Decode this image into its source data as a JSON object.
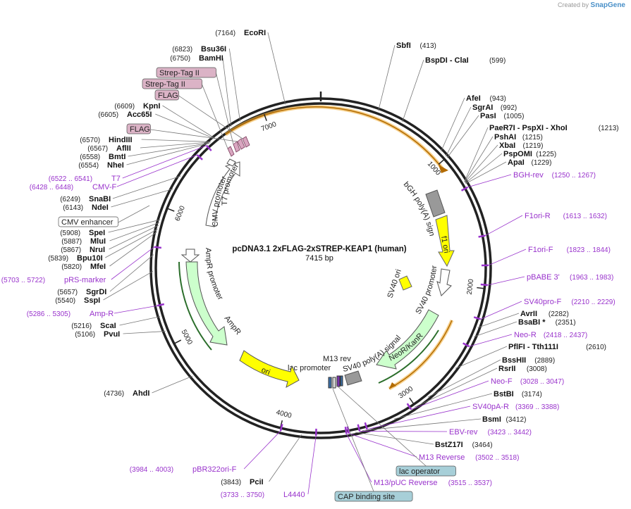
{
  "credit": {
    "prefix": "Created by",
    "brand": "SnapGene"
  },
  "plasmid": {
    "name": "pcDNA3.1 2xFLAG-2xSTREP-KEAP1 (human)",
    "size": "7415 bp",
    "length": 7415
  },
  "colors": {
    "backbone": "#222222",
    "enzyme_line": "#777777",
    "primer": "#9933cc",
    "promoter_fill": "#ffffff",
    "ampr": "#ccffcc",
    "ori": "#ffff00",
    "neor": "#ccffcc",
    "polya": "#999999",
    "feature_box": "#dbb3c6",
    "blue_box": "#a7cfd8"
  },
  "ticks": [
    {
      "bp": 1000,
      "label": "1000"
    },
    {
      "bp": 2000,
      "label": "2000"
    },
    {
      "bp": 3000,
      "label": "3000"
    },
    {
      "bp": 4000,
      "label": "4000"
    },
    {
      "bp": 5000,
      "label": "5000"
    },
    {
      "bp": 6000,
      "label": "6000"
    },
    {
      "bp": 7000,
      "label": "7000"
    }
  ],
  "enzymes": [
    {
      "bp": 7164,
      "name": "EcoRI",
      "pos": "(7164)"
    },
    {
      "bp": 6823,
      "name": "Bsu36I",
      "pos": "(6823)"
    },
    {
      "bp": 6750,
      "name": "BamHI",
      "pos": "(6750)"
    },
    {
      "bp": 6609,
      "name": "KpnI",
      "pos": "(6609)"
    },
    {
      "bp": 6605,
      "name": "Acc65I",
      "pos": "(6605)"
    },
    {
      "bp": 6570,
      "name": "HindIII",
      "pos": "(6570)"
    },
    {
      "bp": 6567,
      "name": "AflII",
      "pos": "(6567)"
    },
    {
      "bp": 6558,
      "name": "BmtI",
      "pos": "(6558)"
    },
    {
      "bp": 6554,
      "name": "NheI",
      "pos": "(6554)"
    },
    {
      "bp": 6249,
      "name": "SnaBI",
      "pos": "(6249)"
    },
    {
      "bp": 6143,
      "name": "NdeI",
      "pos": "(6143)"
    },
    {
      "bp": 5908,
      "name": "SpeI",
      "pos": "(5908)"
    },
    {
      "bp": 5887,
      "name": "MluI",
      "pos": "(5887)"
    },
    {
      "bp": 5867,
      "name": "NruI",
      "pos": "(5867)"
    },
    {
      "bp": 5839,
      "name": "Bpu10I",
      "pos": "(5839)"
    },
    {
      "bp": 5820,
      "name": "MfeI",
      "pos": "(5820)"
    },
    {
      "bp": 5657,
      "name": "SgrDI",
      "pos": "(5657)"
    },
    {
      "bp": 5540,
      "name": "SspI",
      "pos": "(5540)"
    },
    {
      "bp": 5216,
      "name": "ScaI",
      "pos": "(5216)"
    },
    {
      "bp": 5106,
      "name": "PvuI",
      "pos": "(5106)"
    },
    {
      "bp": 4736,
      "name": "AhdI",
      "pos": "(4736)"
    },
    {
      "bp": 3843,
      "name": "PciI",
      "pos": "(3843)"
    },
    {
      "bp": 413,
      "name": "SbfI",
      "pos": "(413)"
    },
    {
      "bp": 599,
      "name": "BspDI  - ClaI",
      "pos": "(599)"
    },
    {
      "bp": 943,
      "name": "AfeI",
      "pos": "(943)"
    },
    {
      "bp": 992,
      "name": "SgrAI",
      "pos": "(992)"
    },
    {
      "bp": 1005,
      "name": "PasI",
      "pos": "(1005)"
    },
    {
      "bp": 1213,
      "name": "PaeR7I  - PspXI  - XhoI",
      "pos": "(1213)"
    },
    {
      "bp": 1215,
      "name": "PshAI",
      "pos": "(1215)"
    },
    {
      "bp": 1219,
      "name": "XbaI",
      "pos": "(1219)"
    },
    {
      "bp": 1225,
      "name": "PspOMI",
      "pos": "(1225)"
    },
    {
      "bp": 1229,
      "name": "ApaI",
      "pos": "(1229)"
    },
    {
      "bp": 2282,
      "name": "AvrII",
      "pos": "(2282)"
    },
    {
      "bp": 2351,
      "name": "BsaBI *",
      "pos": "(2351)"
    },
    {
      "bp": 2610,
      "name": "PflFI  - Tth111I",
      "pos": "(2610)"
    },
    {
      "bp": 2889,
      "name": "BssHII",
      "pos": "(2889)"
    },
    {
      "bp": 3008,
      "name": "RsrII",
      "pos": "(3008)"
    },
    {
      "bp": 3174,
      "name": "BstBI",
      "pos": "(3174)"
    },
    {
      "bp": 3412,
      "name": "BsmI",
      "pos": "(3412)"
    },
    {
      "bp": 3464,
      "name": "BstZ17I",
      "pos": "(3464)"
    }
  ],
  "primers": [
    {
      "bp": 6531,
      "name": "T7",
      "pos": "(6522 .. 6541)"
    },
    {
      "bp": 6438,
      "name": "CMV-F",
      "pos": "(6428 .. 6448)"
    },
    {
      "bp": 5712,
      "name": "pRS-marker",
      "pos": "(5703 .. 5722)"
    },
    {
      "bp": 5295,
      "name": "Amp-R",
      "pos": "(5286 .. 5305)"
    },
    {
      "bp": 3993,
      "name": "pBR322ori-F",
      "pos": "(3984 .. 4003)"
    },
    {
      "bp": 3741,
      "name": "L4440",
      "pos": "(3733 .. 3750)"
    },
    {
      "bp": 1258,
      "name": "BGH-rev",
      "pos": "(1250 .. 1267)"
    },
    {
      "bp": 1622,
      "name": "F1ori-R",
      "pos": "(1613 .. 1632)"
    },
    {
      "bp": 1833,
      "name": "F1ori-F",
      "pos": "(1823 .. 1844)"
    },
    {
      "bp": 1973,
      "name": "pBABE 3'",
      "pos": "(1963 .. 1983)"
    },
    {
      "bp": 2219,
      "name": "SV40pro-F",
      "pos": "(2210 .. 2229)"
    },
    {
      "bp": 2427,
      "name": "Neo-R",
      "pos": "(2418 .. 2437)"
    },
    {
      "bp": 3037,
      "name": "Neo-F",
      "pos": "(3028 .. 3047)"
    },
    {
      "bp": 3378,
      "name": "SV40pA-R",
      "pos": "(3369 .. 3388)"
    },
    {
      "bp": 3432,
      "name": "EBV-rev",
      "pos": "(3423 .. 3442)"
    },
    {
      "bp": 3510,
      "name": "M13 Reverse",
      "pos": "(3502 .. 3518)"
    },
    {
      "bp": 3526,
      "name": "M13/pUC Reverse",
      "pos": "(3515 .. 3537)"
    }
  ],
  "boxed_labels": [
    {
      "name": "Strep-Tag II",
      "kind": "pink"
    },
    {
      "name": "Strep-Tag II",
      "kind": "pink"
    },
    {
      "name": "FLAG",
      "kind": "pink"
    },
    {
      "name": "FLAG",
      "kind": "pink"
    },
    {
      "name": "CMV enhancer",
      "kind": "white"
    },
    {
      "name": "lac operator",
      "kind": "blue"
    },
    {
      "name": "CAP binding site",
      "kind": "blue"
    }
  ],
  "features": {
    "cmv_promoter": "CMV promoter",
    "t7_promoter": "T7 promoter",
    "bgh_polya": "bGH poly(A) signal",
    "f1_ori": "f1 ori",
    "sv40_promoter": "SV40 promoter",
    "sv40_ori": "SV40 ori",
    "neor": "NeoR/KanR",
    "sv40_polya": "SV40 poly(A) signal",
    "m13_rev": "M13 rev",
    "lac_promoter": "lac promoter",
    "ori": "ori",
    "ampr": "AmpR",
    "ampr_promoter": "AmpR promoter"
  }
}
